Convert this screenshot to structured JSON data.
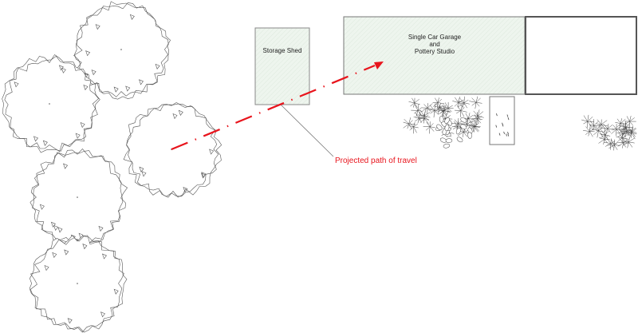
{
  "labels": {
    "shed": "Storage Shed",
    "garage_line1": "Single Car Garage",
    "garage_line2": "and",
    "garage_line3": "Pottery Studio",
    "path": "Projected path of travel"
  },
  "colors": {
    "path": "#e8141c",
    "building_fill": "#eef5ee",
    "outline": "#777777"
  }
}
